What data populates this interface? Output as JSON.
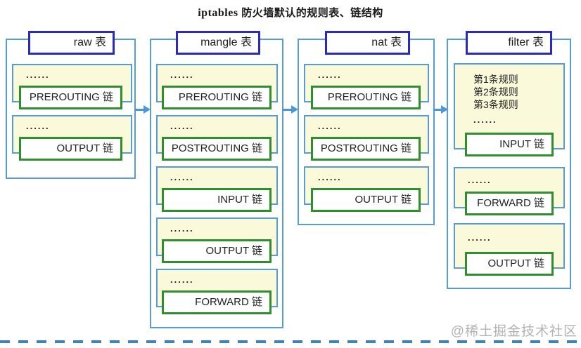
{
  "page_title": {
    "en": "iptables",
    "zh": "防火墙默认的规则表、链结构"
  },
  "dots": "......",
  "tables": [
    {
      "name": "raw 表",
      "sections": [
        {
          "chain": "PREROUTING 链"
        },
        {
          "chain": "OUTPUT 链"
        }
      ]
    },
    {
      "name": "mangle 表",
      "sections": [
        {
          "chain": "PREROUTING 链"
        },
        {
          "chain": "POSTROUTING 链"
        },
        {
          "chain": "INPUT 链"
        },
        {
          "chain": "OUTPUT 链"
        },
        {
          "chain": "FORWARD 链"
        }
      ]
    },
    {
      "name": "nat 表",
      "sections": [
        {
          "chain": "PREROUTING 链"
        },
        {
          "chain": "POSTROUTING 链"
        },
        {
          "chain": "OUTPUT 链"
        }
      ]
    },
    {
      "name": "filter 表",
      "rules": [
        "第1条规则",
        "第2条规则",
        "第3条规则",
        "......"
      ],
      "sections": [
        {
          "chain": "INPUT 链"
        },
        {
          "chain": "FORWARD 链"
        },
        {
          "chain": "OUTPUT 链"
        }
      ]
    }
  ],
  "watermark": "@稀土掘金技术社区",
  "colors": {
    "box_light_blue": "#569CD9",
    "table_title_blue": "#2A2ABF",
    "chain_green": "#2F8F2F",
    "section_cream": "#FAFADB",
    "arrow_blue": "#4D96D8",
    "dash_blue": "#3E80C2",
    "watermark_gray": "#B3B3B3"
  }
}
